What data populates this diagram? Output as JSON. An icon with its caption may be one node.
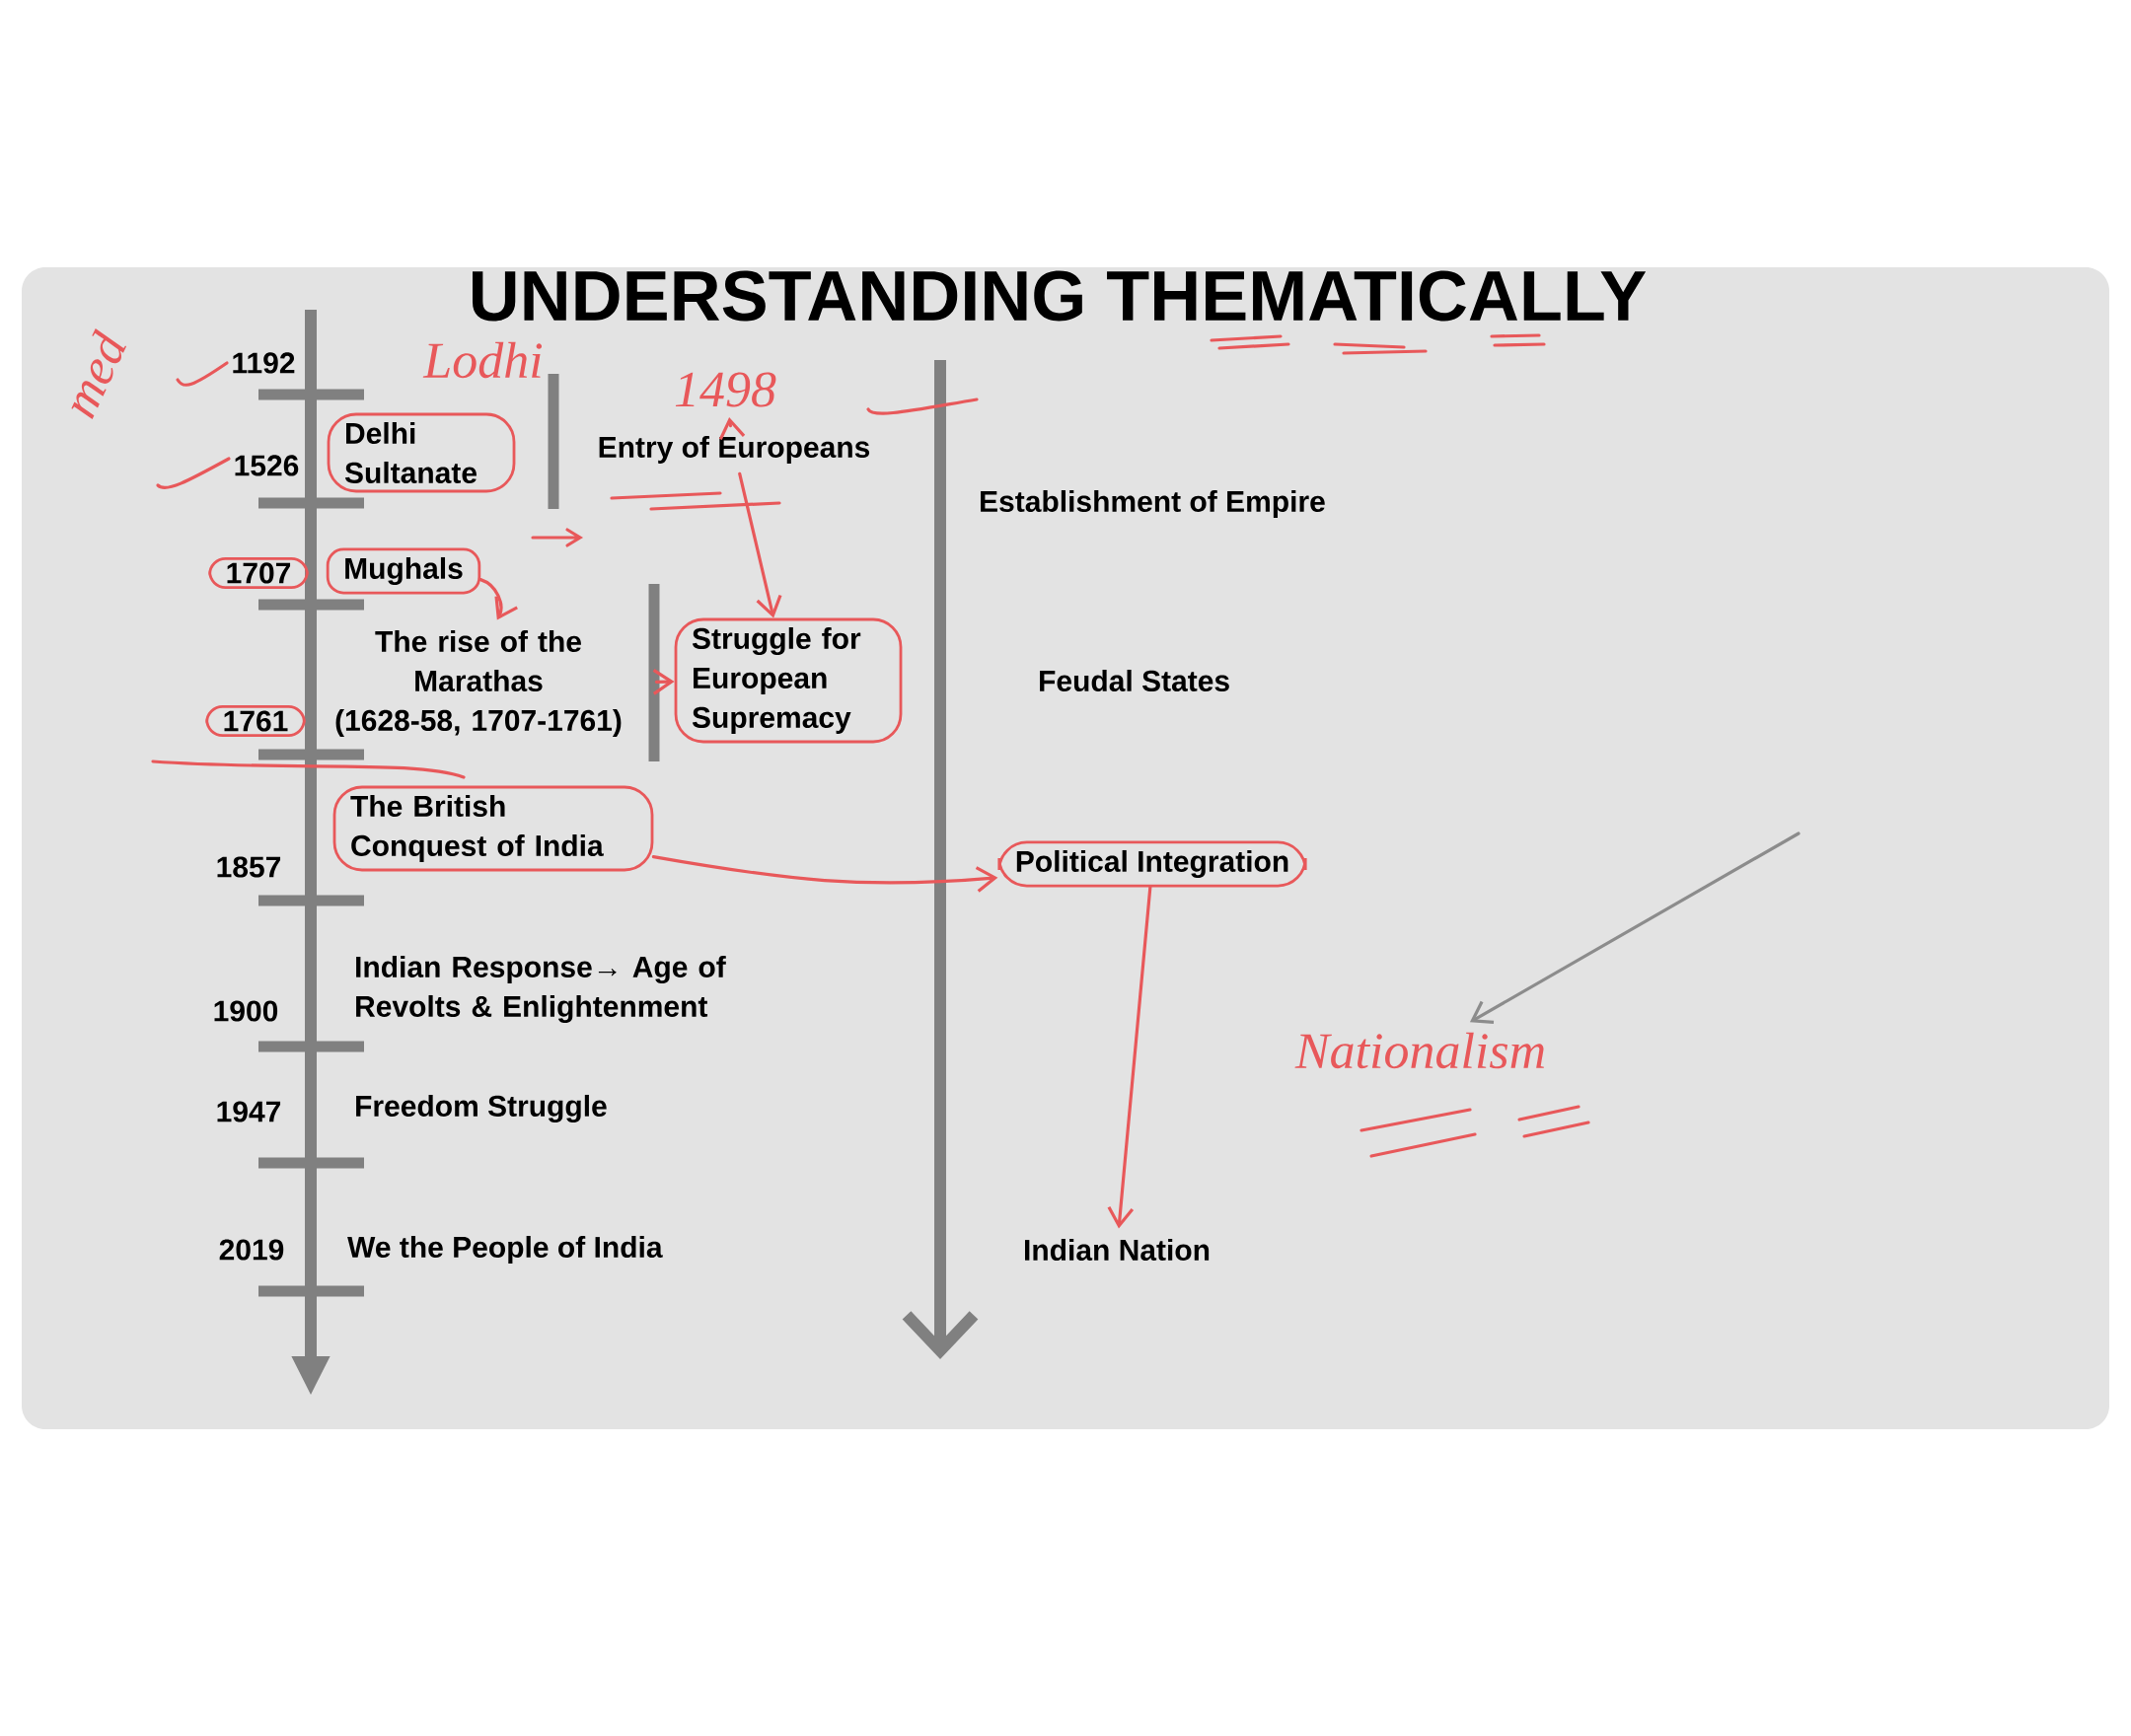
{
  "diagram": {
    "title": "UNDERSTANDING THEMATICALLY",
    "nodes": [
      {
        "text": [
          "Delhi Sultanate"
        ]
      },
      {
        "text": [
          "Entry of Europeans"
        ]
      },
      {
        "text": [
          "1498"
        ]
      },
      {
        "text": [
          "1707"
        ]
      },
      {
        "text": [
          "Mughals"
        ]
      },
      {
        "text": [
          "The rise of the Marathas",
          "(1628-58, 1707-1761)"
        ]
      },
      {
        "text": [
          "Struggle for European Supremacy"
        ]
      },
      {
        "text": [
          "1761"
        ]
      },
      {
        "text": [
          "The British Conquest of India"
        ]
      },
      {
        "text": [
          "Political Integration"
        ]
      },
      {
        "text": [
          "Nationalism"
        ]
      },
      {
        "text": [
          "Indian Nation"
        ]
      }
    ],
    "edges": [
      {
        "from": 1,
        "to": 6,
        "arrow": "to"
      },
      {
        "from": 1,
        "to": 2,
        "arrow": "to"
      },
      {
        "from": 4,
        "to": 5,
        "arrow": "to"
      },
      {
        "from": 5,
        "to": 6,
        "arrow": "to"
      },
      {
        "from": 8,
        "to": 9,
        "arrow": "to"
      },
      {
        "from": 9,
        "to": 11,
        "arrow": "to"
      },
      {
        "from": null,
        "to": 10,
        "arrow": "to",
        "color": "#8c8c8c"
      }
    ],
    "labels": [
      "med",
      "1192",
      "Lodhi",
      "1526",
      "Establishment of Empire",
      "Feudal States",
      "1857",
      "1900",
      "Indian Response→ Age of Revolts & Enlightenment",
      "1947",
      "Freedom Struggle",
      "2019",
      "We the People of India"
    ]
  }
}
